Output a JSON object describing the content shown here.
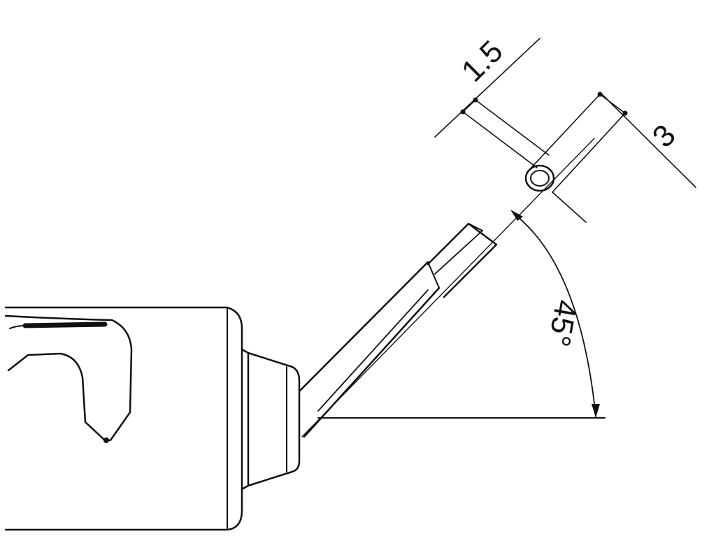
{
  "diagram": {
    "type": "technical-drawing",
    "subject": "angled-nozzle-tip",
    "colors": {
      "line": "#111111",
      "background": "#ffffff"
    },
    "dimensions": {
      "inner_diameter": "1.5",
      "outer_diameter": "3",
      "angle": "45°"
    }
  }
}
